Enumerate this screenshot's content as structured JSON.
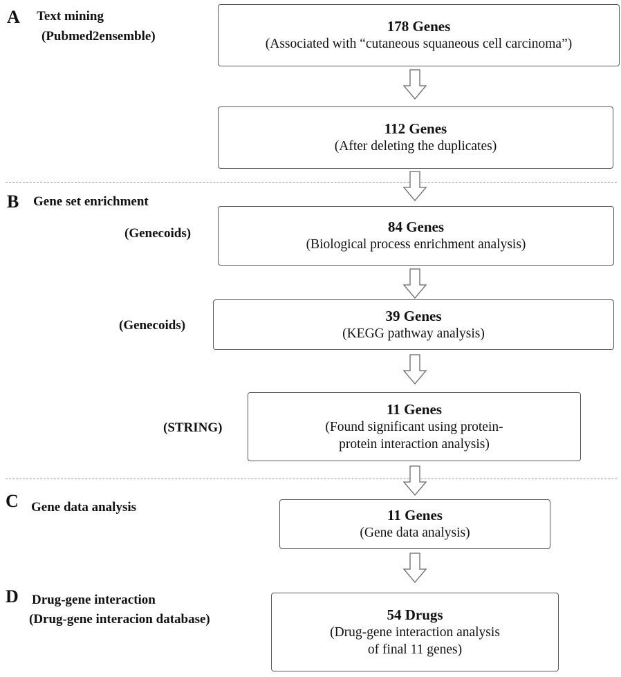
{
  "sections": {
    "a": {
      "letter": "A",
      "title": "Text mining",
      "subtitle": "(Pubmed2ensemble)"
    },
    "b": {
      "letter": "B",
      "title": "Gene set enrichment"
    },
    "c": {
      "letter": "C",
      "title": "Gene data analysis"
    },
    "d": {
      "letter": "D",
      "title": "Drug-gene interaction",
      "subtitle": "(Drug-gene interacion database)"
    }
  },
  "tools": {
    "genecoids_1": "(Genecoids)",
    "genecoids_2": "(Genecoids)",
    "string": "(STRING)"
  },
  "boxes": [
    {
      "title": "178 Genes",
      "lines": [
        "(Associated with “cutaneous squaneous cell carcinoma”)"
      ]
    },
    {
      "title": "112 Genes",
      "lines": [
        "(After deleting the duplicates)"
      ]
    },
    {
      "title": "84 Genes",
      "lines": [
        "(Biological process enrichment analysis)"
      ]
    },
    {
      "title": "39 Genes",
      "lines": [
        "(KEGG pathway analysis)"
      ]
    },
    {
      "title": "11 Genes",
      "lines": [
        "(Found significant using protein-",
        "protein interaction analysis)"
      ]
    },
    {
      "title": "11 Genes",
      "lines": [
        "(Gene data analysis)"
      ]
    },
    {
      "title": "54 Drugs",
      "lines": [
        "(Drug-gene interaction analysis",
        "of final 11 genes)"
      ]
    }
  ],
  "colors": {
    "box_border": "#555555",
    "arrow_stroke": "#666666",
    "divider": "#999999",
    "text": "#111111"
  }
}
